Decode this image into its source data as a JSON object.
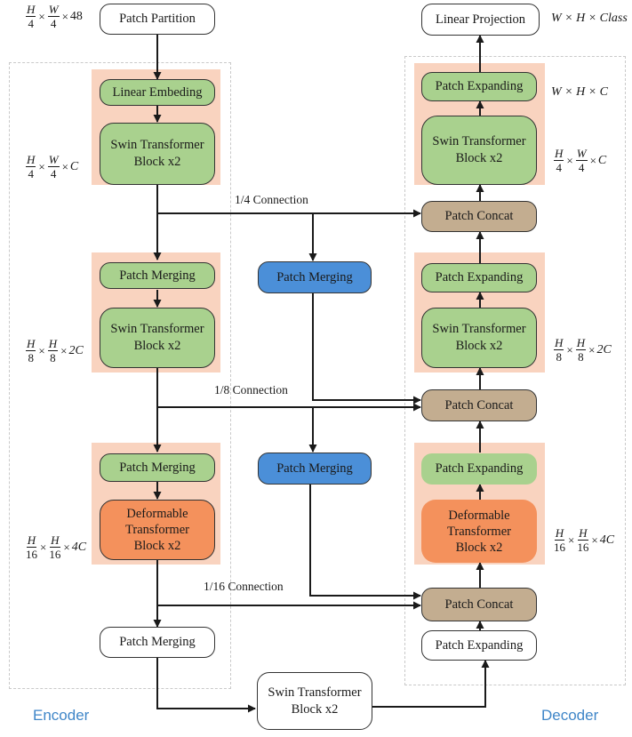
{
  "encoder_label": "Encoder",
  "decoder_label": "Decoder",
  "nodes": {
    "patch_partition": "Patch Partition",
    "linear_embedding": "Linear Embeding",
    "swin_block_1": "Swin Transformer\nBlock x2",
    "enc_patch_merging_1": "Patch Merging",
    "swin_block_2": "Swin Transformer\nBlock x2",
    "enc_patch_merging_2": "Patch Merging",
    "deformable_block_enc": "Deformable\nTransformer\nBlock x2",
    "enc_patch_merging_3": "Patch Merging",
    "bottleneck_swin": "Swin Transformer\nBlock x2",
    "mid_patch_merging_1": "Patch Merging",
    "mid_patch_merging_2": "Patch Merging",
    "linear_projection": "Linear Projection",
    "dec_patch_expanding_top": "Patch Expanding",
    "dec_swin_block_top": "Swin Transformer\nBlock x2",
    "patch_concat_1": "Patch Concat",
    "dec_patch_expanding_mid": "Patch Expanding",
    "dec_swin_block_mid": "Swin Transformer\nBlock x2",
    "patch_concat_2": "Patch Concat",
    "dec_patch_expanding_low": "Patch Expanding",
    "deformable_block_dec": "Deformable\nTransformer\nBlock x2",
    "patch_concat_3": "Patch Concat",
    "dec_patch_expanding_bottom": "Patch Expanding"
  },
  "connections": {
    "c1": "1/4 Connection",
    "c2": "1/8 Connection",
    "c3": "1/16 Connection"
  },
  "dims": {
    "input": {
      "n1": "H",
      "d1": "4",
      "n2": "W",
      "d2": "4",
      "tail": "48"
    },
    "enc1": {
      "n1": "H",
      "d1": "4",
      "n2": "W",
      "d2": "4",
      "tail": "C"
    },
    "enc2": {
      "n1": "H",
      "d1": "8",
      "n2": "H",
      "d2": "8",
      "tail": "2C"
    },
    "enc3": {
      "n1": "H",
      "d1": "16",
      "n2": "H",
      "d2": "16",
      "tail": "4C"
    },
    "dec1": {
      "n1": "H",
      "d1": "4",
      "n2": "W",
      "d2": "4",
      "tail": "C"
    },
    "dec2": {
      "n1": "H",
      "d1": "8",
      "n2": "H",
      "d2": "8",
      "tail": "2C"
    },
    "dec3": {
      "n1": "H",
      "d1": "16",
      "n2": "H",
      "d2": "16",
      "tail": "4C"
    },
    "output": "W × H × Class",
    "whc": "W × H × C"
  },
  "colors": {
    "panel": "#f9d3bf",
    "green": "#a9d18e",
    "blue": "#4b8fd8",
    "orange": "#f4915c",
    "brown": "#c3ad90",
    "section_label": "#3f86c8"
  }
}
